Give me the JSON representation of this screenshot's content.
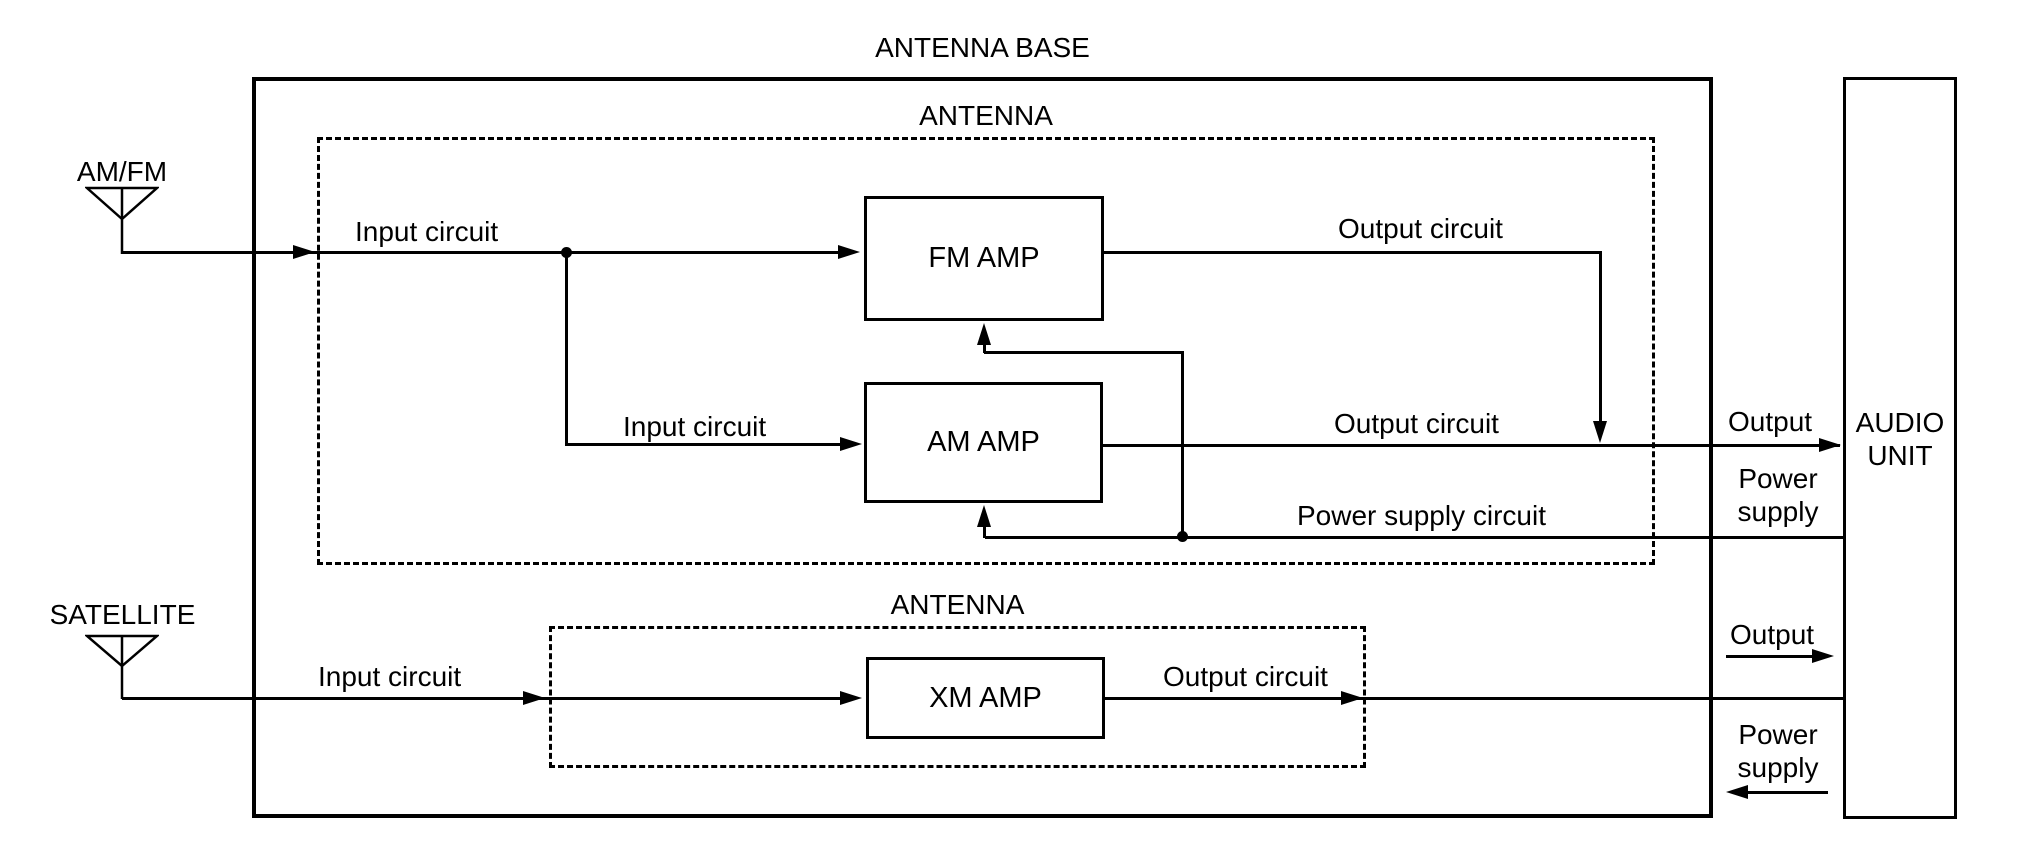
{
  "diagram": {
    "outer_title": "ANTENNA BASE",
    "audio_unit_label": "AUDIO UNIT",
    "amfm": {
      "antenna_label": "AM/FM"
    },
    "satellite": {
      "antenna_label": "SATELLITE"
    },
    "fm_section": {
      "title": "ANTENNA",
      "fm_amp": "FM AMP",
      "am_amp": "AM AMP",
      "fm_input_label": "Input circuit",
      "am_input_label": "Input circuit",
      "fm_output_label": "Output circuit",
      "am_output_label": "Output circuit",
      "power_label": "Power supply circuit",
      "output_pin_label": "Output",
      "power_pin_label": "Power supply"
    },
    "xm_section": {
      "title": "ANTENNA",
      "xm_amp": "XM AMP",
      "input_label": "Input circuit",
      "output_label": "Output circuit",
      "output_pin_label": "Output",
      "power_pin_label": "Power supply"
    },
    "colors": {
      "line": "#000000",
      "background": "#ffffff"
    }
  }
}
